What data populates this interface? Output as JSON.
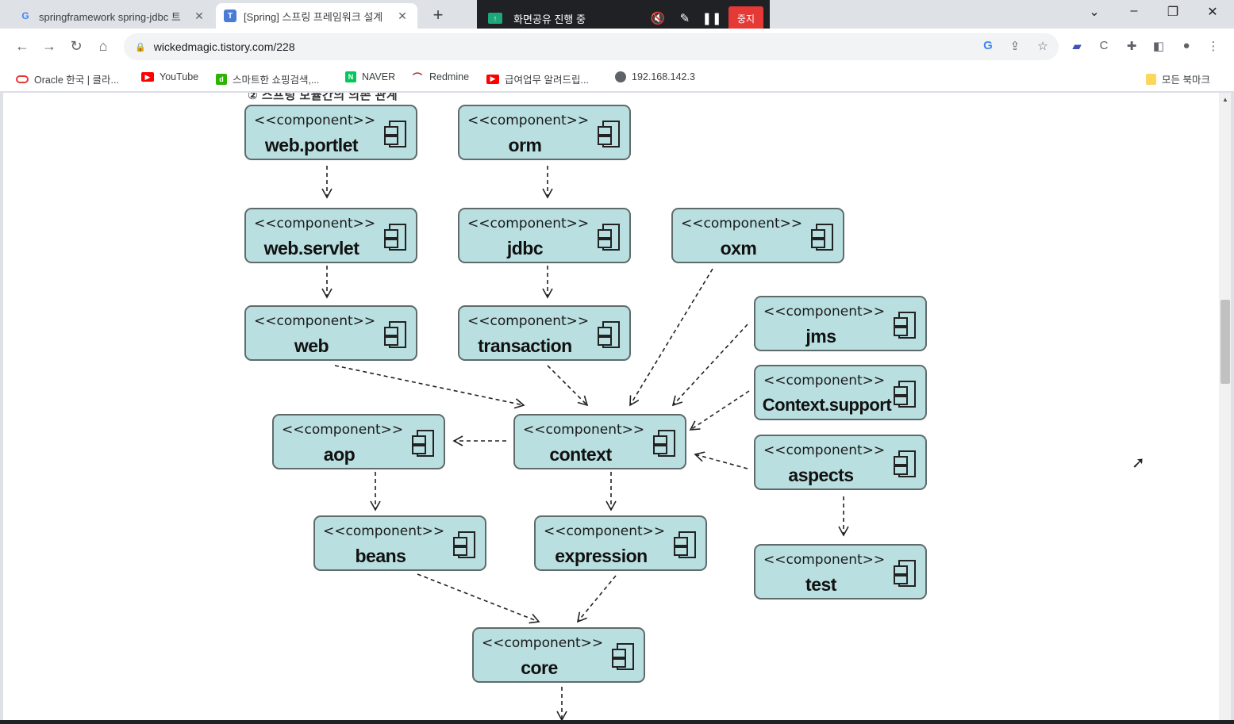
{
  "tabs": [
    {
      "title": "springframework spring-jdbc 트",
      "favicon": "G",
      "active": false
    },
    {
      "title": "[Spring] 스프링 프레임워크 설계",
      "favicon": "T",
      "active": true
    }
  ],
  "screen_share": {
    "status": "화면공유 진행 중",
    "stop_label": "중지"
  },
  "toolbar": {
    "url": "wickedmagic.tistory.com/228"
  },
  "bookmarks": [
    {
      "label": "Oracle 한국 | 클라...",
      "color": "#e53935"
    },
    {
      "label": "YouTube",
      "color": "#ff0000"
    },
    {
      "label": "스마트한 쇼핑검색,...",
      "color": "#2db400"
    },
    {
      "label": "NAVER",
      "color": "#03c75a"
    },
    {
      "label": "Redmine",
      "color": "#b32024"
    },
    {
      "label": "급여업무 알려드립...",
      "color": "#ff0000"
    },
    {
      "label": "192.168.142.3",
      "color": "#5f6368"
    },
    {
      "label": "모든 북마크",
      "color": "#fbd75b"
    }
  ],
  "article": {
    "heading": "② 스프링 모듈간의 의존 관계",
    "stereotype": "<<component>>",
    "components": {
      "web_portlet": "web.portlet",
      "orm": "orm",
      "web_servlet": "web.servlet",
      "jdbc": "jdbc",
      "oxm": "oxm",
      "web": "web",
      "transaction": "transaction",
      "jms": "jms",
      "context_support": "Context.support",
      "aop": "aop",
      "context": "context",
      "aspects": "aspects",
      "beans": "beans",
      "expression": "expression",
      "test": "test",
      "core": "core"
    }
  }
}
